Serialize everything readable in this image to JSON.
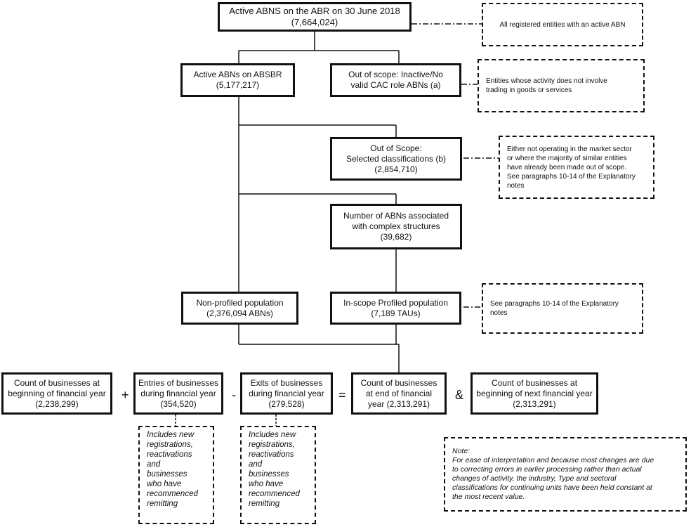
{
  "top": {
    "title": "Active ABNS on the ABR on 30 June 2018",
    "value": "(7,664,024)"
  },
  "note_registered": "All registered entities with an active ABN",
  "active_absbr": {
    "title": "Active ABNs on ABSBR",
    "value": "(5,177,217)"
  },
  "out_of_scope_inactive": {
    "line1": "Out of scope: Inactive/No",
    "line2": "valid CAC role ABNs (a)"
  },
  "note_trading": {
    "line1": "Entities whose activity  does not involve",
    "line2": "trading in goods or services"
  },
  "out_of_scope_selected": {
    "line1": "Out of Scope:",
    "line2": "Selected classifications (b)",
    "value": "(2,854,710)"
  },
  "note_market": {
    "line1": "Either not operating in the market sector",
    "line2": "or where the majority of similar entities",
    "line3": "have already been made out of scope.",
    "line4": "See paragraphs 10-14 of the Explanatory",
    "line5": "notes"
  },
  "complex": {
    "line1": "Number of ABNs associated",
    "line2": "with complex structures",
    "value": "(39,682)"
  },
  "non_profiled": {
    "title": "Non-profiled population",
    "value": "(2,376,094 ABNs)"
  },
  "in_scope": {
    "title": "In-scope Profiled population",
    "value": "(7,189 TAUs)"
  },
  "note_paragraphs": {
    "line1": "See paragraphs 10-14 of the Explanatory",
    "line2": "notes"
  },
  "begin_count": {
    "line1": "Count of businesses at",
    "line2": "beginning of financial year",
    "value": "(2,238,299)"
  },
  "entries": {
    "line1": "Entries of businesses",
    "line2": "during financial year",
    "value": "(354,520)"
  },
  "exits": {
    "line1": "Exits of businesses",
    "line2": "during financial year",
    "value": "(279,528)"
  },
  "end_count": {
    "line1": "Count of businesses",
    "line2": "at end of financial",
    "line3": "year (2,313,291)"
  },
  "next_count": {
    "line1": "Count of businesses at",
    "line2": "beginning of next financial year",
    "value": "(2,313,291)"
  },
  "operators": {
    "plus": "+",
    "minus": "-",
    "equals": "=",
    "amp": "&"
  },
  "includes": {
    "l1": "Includes new",
    "l2": "registrations,",
    "l3": "reactivations",
    "l4": "and",
    "l5": "businesses",
    "l6": "who have",
    "l7": "recommenced",
    "l8": "remitting"
  },
  "note_box": {
    "heading": "Note:",
    "l1": "For ease of interpretation and because most changes are due",
    "l2": "to correcting errors in earlier processing rather than actual",
    "l3": "changes of activity, the industry, Type and sectoral",
    "l4": "classifications for continuing units have been held constant at",
    "l5": "the most recent value."
  }
}
